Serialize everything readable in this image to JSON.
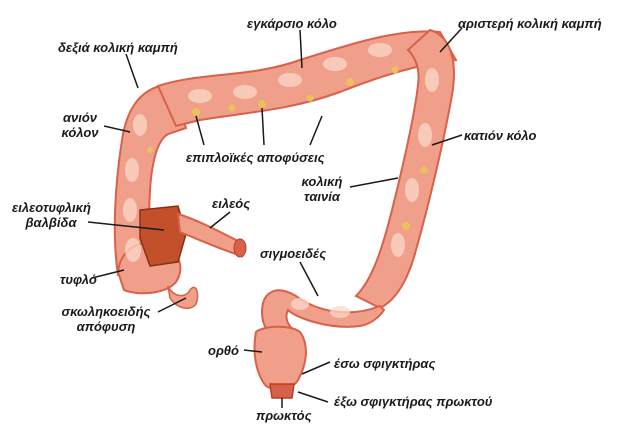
{
  "diagram": {
    "labels": {
      "transverse_colon": "εγκάρσιο κόλο",
      "left_colic_flexure": "αριστερή κολική καμπή",
      "right_colic_flexure": "δεξιά κολική καμπή",
      "ascending_colon_1": "ανιόν",
      "ascending_colon_2": "κόλον",
      "descending_colon": "κατιόν κόλο",
      "epiploic_appendices": "επιπλοϊκές αποφύσεις",
      "taenia_coli_1": "κολική",
      "taenia_coli_2": "ταινία",
      "ileocecal_valve_1": "ειλεοτυφλική",
      "ileocecal_valve_2": "βαλβίδα",
      "ileum": "ειλεός",
      "sigmoid": "σιγμοειδές",
      "cecum": "τυφλό",
      "appendix_1": "σκωληκοειδής",
      "appendix_2": "απόφυση",
      "rectum": "ορθό",
      "internal_sphincter": "έσω σφιγκτήρας",
      "external_sphincter": "έξω σφιγκτήρας πρωκτού",
      "anus": "πρωκτός"
    },
    "colors": {
      "colon_fill": "#f0a08a",
      "colon_dark": "#d9604a",
      "colon_light": "#fcd9c9",
      "epiploic_fat": "#e8c25a",
      "valve_dark": "#b8401e",
      "leader_line": "#1a1a1a"
    }
  }
}
